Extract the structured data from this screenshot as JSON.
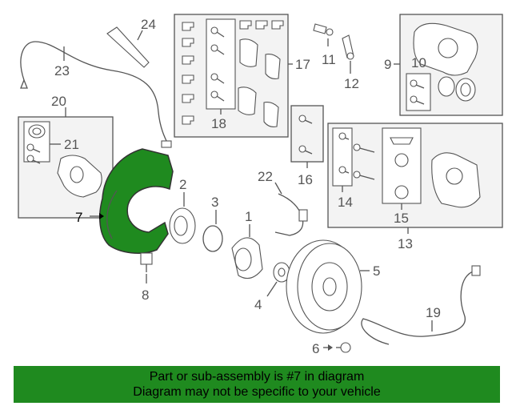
{
  "callouts": {
    "c1": "1",
    "c2": "2",
    "c3": "3",
    "c4": "4",
    "c5": "5",
    "c6": "6",
    "c7": "7",
    "c8": "8",
    "c9": "9",
    "c10": "10",
    "c11": "11",
    "c12": "12",
    "c13": "13",
    "c14": "14",
    "c15": "15",
    "c16": "16",
    "c17": "17",
    "c18": "18",
    "c19": "19",
    "c20": "20",
    "c21": "21",
    "c22": "22",
    "c23": "23",
    "c24": "24"
  },
  "highlight_color": "#1f8a1f",
  "banner": {
    "line1": "Part or sub-assembly is #7 in diagram",
    "line2": "Diagram may not be specific to your vehicle"
  }
}
